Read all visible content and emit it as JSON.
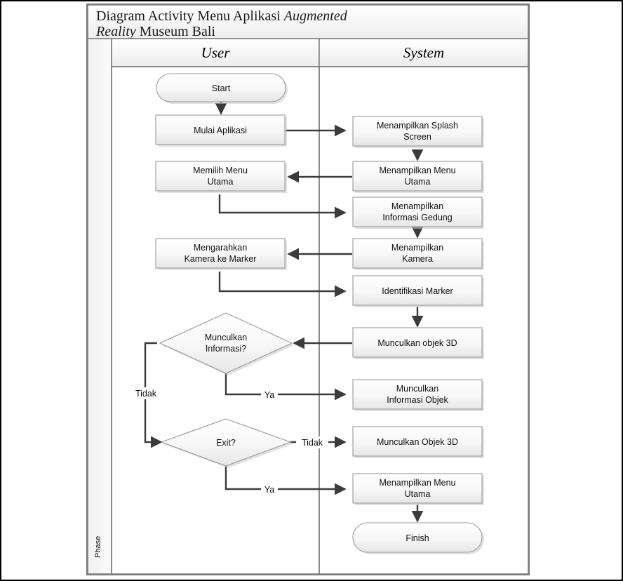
{
  "title": {
    "line1_pre": "Diagram Activity Menu Aplikasi ",
    "line1_italic": "Augmented",
    "line2_italic": "Reality",
    "line2_post": " Museum Bali"
  },
  "phase_label": "Phase",
  "lanes": [
    {
      "name": "user",
      "label": "User"
    },
    {
      "name": "system",
      "label": "System"
    }
  ],
  "colors": {
    "shape_fill_top": "#fdfdfd",
    "shape_fill_bottom": "#e9e9e9",
    "shape_border": "#9a9a9a",
    "line": "#3b3b3b",
    "frame": "#7a7a7a",
    "header_fill": "#f4f4f4",
    "page_border": "#000000"
  },
  "chart_data": {
    "type": "diagram",
    "diagram_kind": "uml-activity-swimlane",
    "title": "Diagram Activity Menu Aplikasi Augmented Reality Museum Bali",
    "lanes": [
      "User",
      "System"
    ],
    "nodes": [
      {
        "id": "start",
        "lane": "User",
        "shape": "terminator",
        "label": "Start"
      },
      {
        "id": "n1",
        "lane": "User",
        "shape": "rect",
        "label": "Mulai Aplikasi"
      },
      {
        "id": "n2",
        "lane": "System",
        "shape": "rect",
        "label": "Menampilkan Splash Screen"
      },
      {
        "id": "n3",
        "lane": "System",
        "shape": "rect",
        "label": "Menampilkan Menu Utama"
      },
      {
        "id": "n4",
        "lane": "User",
        "shape": "rect",
        "label": "Memilih Menu Utama"
      },
      {
        "id": "n5",
        "lane": "System",
        "shape": "rect",
        "label": "Menampilkan Informasi Gedung"
      },
      {
        "id": "n6",
        "lane": "System",
        "shape": "rect",
        "label": "Menampilkan Kamera"
      },
      {
        "id": "n7",
        "lane": "User",
        "shape": "rect",
        "label": "Mengarahkan Kamera ke Marker"
      },
      {
        "id": "n8",
        "lane": "System",
        "shape": "rect",
        "label": "Identifikasi Marker"
      },
      {
        "id": "n9",
        "lane": "System",
        "shape": "rect",
        "label": "Munculkan objek 3D"
      },
      {
        "id": "d1",
        "lane": "User",
        "shape": "diamond",
        "label": "Munculkan Informasi?"
      },
      {
        "id": "n10",
        "lane": "System",
        "shape": "rect",
        "label": "Munculkan Informasi Objek"
      },
      {
        "id": "d2",
        "lane": "User",
        "shape": "diamond",
        "label": "Exit?"
      },
      {
        "id": "n11",
        "lane": "System",
        "shape": "rect",
        "label": "Munculkan Objek 3D"
      },
      {
        "id": "n12",
        "lane": "System",
        "shape": "rect",
        "label": "Menampilkan Menu Utama"
      },
      {
        "id": "finish",
        "lane": "System",
        "shape": "terminator",
        "label": "Finish"
      }
    ],
    "edges": [
      {
        "from": "start",
        "to": "n1",
        "label": ""
      },
      {
        "from": "n1",
        "to": "n2",
        "label": ""
      },
      {
        "from": "n2",
        "to": "n3",
        "label": ""
      },
      {
        "from": "n3",
        "to": "n4",
        "label": ""
      },
      {
        "from": "n4",
        "to": "n5",
        "label": ""
      },
      {
        "from": "n5",
        "to": "n6",
        "label": ""
      },
      {
        "from": "n6",
        "to": "n7",
        "label": ""
      },
      {
        "from": "n7",
        "to": "n8",
        "label": ""
      },
      {
        "from": "n8",
        "to": "n9",
        "label": ""
      },
      {
        "from": "n9",
        "to": "d1",
        "label": ""
      },
      {
        "from": "d1",
        "to": "n10",
        "label": "Ya"
      },
      {
        "from": "d1",
        "to": "d2",
        "label": "Tidak"
      },
      {
        "from": "d2",
        "to": "n11",
        "label": "Tidak"
      },
      {
        "from": "d2",
        "to": "n12",
        "label": "Ya"
      },
      {
        "from": "n12",
        "to": "finish",
        "label": ""
      }
    ],
    "edge_labels": [
      "Ya",
      "Tidak",
      "Tidak",
      "Ya"
    ]
  },
  "nodes": {
    "start": "Start",
    "mulai_aplikasi": "Mulai Aplikasi",
    "splash_l1": "Menampilkan Splash",
    "splash_l2": "Screen",
    "menu_utama_sys_l1": "Menampilkan Menu",
    "menu_utama_sys_l2": "Utama",
    "memilih_menu_l1": "Memilih Menu",
    "memilih_menu_l2": "Utama",
    "info_gedung_l1": "Menampilkan",
    "info_gedung_l2": "Informasi Gedung",
    "kamera_l1": "Menampilkan",
    "kamera_l2": "Kamera",
    "mengarahkan_l1": "Mengarahkan",
    "mengarahkan_l2": "Kamera ke Marker",
    "identifikasi_marker": "Identifikasi Marker",
    "munculkan_objek_3d_lower": "Munculkan objek 3D",
    "decision1_l1": "Munculkan",
    "decision1_l2": "Informasi?",
    "info_objek_l1": "Munculkan",
    "info_objek_l2": "Informasi Objek",
    "decision2": "Exit?",
    "munculkan_objek_3d_upper": "Munculkan Objek 3D",
    "menu_utama_end_l1": "Menampilkan Menu",
    "menu_utama_end_l2": "Utama",
    "finish": "Finish"
  },
  "edge_labels": {
    "d1_tidak": "Tidak",
    "d1_ya": "Ya",
    "d2_tidak": "Tidak",
    "d2_ya": "Ya"
  }
}
